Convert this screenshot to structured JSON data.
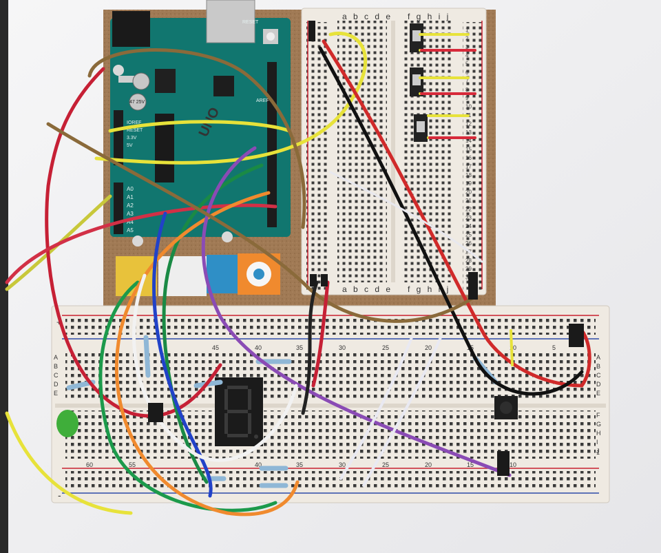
{
  "scene": {
    "arduino": {
      "logo_text": "UNO",
      "capacitor_text": "47 25V",
      "pins_power": [
        "IOREF",
        "RESET",
        "3.3V",
        "5V"
      ],
      "pins_analog": [
        "A0",
        "A1",
        "A2",
        "A3",
        "A4",
        "A5"
      ],
      "labels_top": [
        "RESET",
        "AREF"
      ]
    },
    "small_breadboard": {
      "cols_left": "a b c d e",
      "cols_right": "f g h i j",
      "row_numbers": [
        "1",
        "2",
        "3",
        "4",
        "5",
        "6",
        "7",
        "8",
        "9",
        "10",
        "11",
        "12",
        "13",
        "14",
        "15",
        "16",
        "17",
        "18",
        "19",
        "20",
        "21",
        "22",
        "23",
        "24",
        "25",
        "26",
        "27",
        "28",
        "29",
        "30"
      ]
    },
    "large_breadboard": {
      "rows_left": [
        "A",
        "B",
        "C",
        "D",
        "E"
      ],
      "rows_right_top": [
        "A",
        "B",
        "C",
        "D",
        "E"
      ],
      "rows_right_bottom": [
        "F",
        "G",
        "H",
        "I",
        "J"
      ],
      "top_numbers": [
        "45",
        "40",
        "35",
        "30",
        "25",
        "20",
        "15",
        "10",
        "5"
      ],
      "bottom_numbers": [
        "60",
        "55",
        "40",
        "35",
        "30",
        "25",
        "20",
        "15",
        "10"
      ],
      "right_number": "1",
      "plus_sign": "+",
      "minus_sign": "-"
    },
    "display": {
      "type": "seven-segment"
    },
    "colors": {
      "cork": "#a07a55",
      "arduino": "#11766f",
      "breadboard": "#efeae2",
      "rail_red": "#c8202e",
      "rail_blue": "#2d4ba8"
    }
  }
}
